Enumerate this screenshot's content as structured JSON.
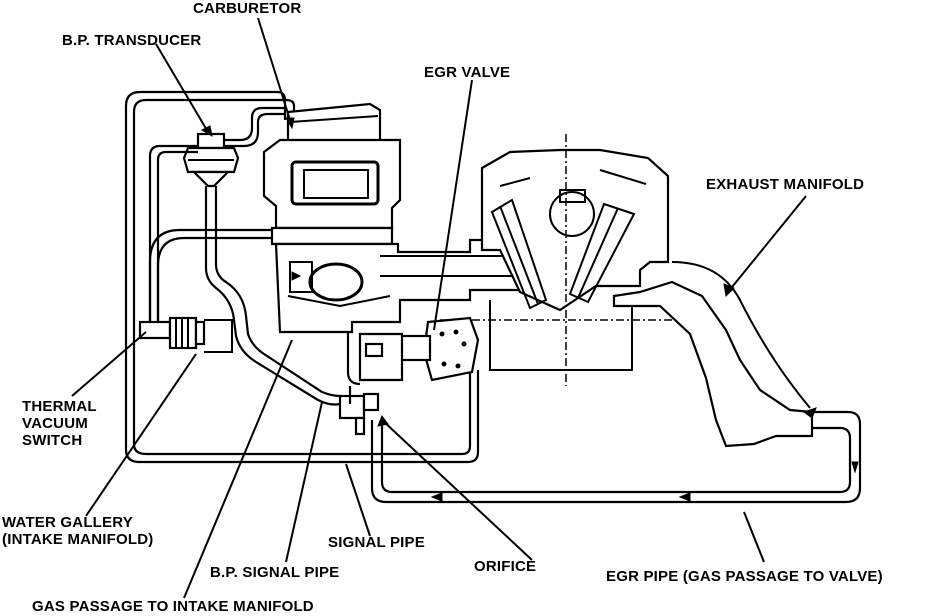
{
  "labels": {
    "carburetor": "CARBURETOR",
    "bp_transducer": "B.P. TRANSDUCER",
    "egr_valve": "EGR VALVE",
    "exhaust_manifold": "EXHAUST MANIFOLD",
    "thermal_vacuum_switch": [
      "THERMAL",
      "VACUUM",
      "SWITCH"
    ],
    "water_gallery": [
      "WATER GALLERY",
      "(INTAKE MANIFOLD)"
    ],
    "signal_pipe": "SIGNAL PIPE",
    "bp_signal_pipe": "B.P. SIGNAL PIPE",
    "orifice": "ORIFICE",
    "egr_pipe": "EGR PIPE (GAS PASSAGE TO VALVE)",
    "gas_passage": "GAS PASSAGE TO INTAKE MANIFOLD"
  }
}
